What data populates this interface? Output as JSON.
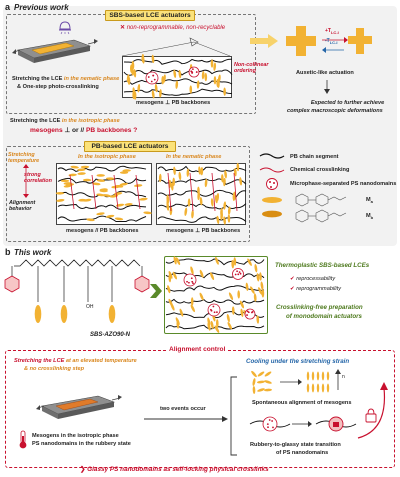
{
  "panel_a": {
    "letter": "a",
    "header": "Previous work",
    "sbs_title": "SBS-based LCE actuators",
    "sbs_subtitle": "non-reprogrammable, non-recyclable",
    "stretch1_line1_pre": "Stretching the LCE ",
    "stretch1_line1_em": "in the nematic phase",
    "stretch1_line2": "& One-step photo-crosslinking",
    "noncollinear": "Non-collinear ordering",
    "mesogens_pb": "mesogens ⊥ PB backbones",
    "auxetic": "Auxetic-like actuation",
    "tlc_plus": "+T",
    "tlc_minus": "-T",
    "tlc_sub": "LC-I",
    "expected_line1": "Expected to further achieve",
    "expected_line2": "complex macroscopic deformations",
    "stretch2_pre": "Stretching the LCE ",
    "stretch2_em": "in the isotropic phase",
    "question_m1": "mesogens",
    "question_mid": " ⊥ or // ",
    "question_m2": "PB backbones",
    "question_mark": " ?",
    "pb_title": "PB-based LCE actuators",
    "stretching_temperature": "Stretching temperature",
    "strong_correlation": "strong correlation",
    "alignment_behavior": "Alignment behavior",
    "in_isotropic": "In the isotropic phase",
    "in_nematic": "In the nematic phase",
    "cap_parallel": "mesogens // PB backbones",
    "cap_perp": "mesogens ⊥ PB backbones",
    "legend": [
      "PB chain segment",
      "Chemical crosslinking",
      "Microphase-separated PS nanodomains",
      "",
      ""
    ],
    "legend_m1": "M",
    "legend_m1_sub": "a",
    "legend_m2": "M",
    "legend_m2_sub": "b"
  },
  "panel_b": {
    "letter": "b",
    "header": "This work",
    "polymer_label": "SBS-AZO90-N",
    "thermo_title_l1": "Thermoplastic SBS-based LCEs",
    "thermo_items": [
      "reprocessability",
      "reprogrammability"
    ],
    "crosslink_free_l1": "Crosslinking-free preparation",
    "crosslink_free_l2": "of monodomain actuators",
    "alignment_control": "Alignment control",
    "stretch_elevated_pre": "Stretching the LCE ",
    "stretch_elevated_em": "at an elevated temperature",
    "no_crosslink": "& no crosslinking step",
    "two_events": "two events occur",
    "cooling": "Cooling under the stretching strain",
    "spontaneous": "Spontaneous alignment of mesogens",
    "rubbery_l1": "Rubbery-to-glassy state transition",
    "rubbery_l2": "of PS nanodomains",
    "mesogens_iso_l1": "Mesogens in the isotropic phase",
    "mesogens_iso_l2": "PS nanodomains in the rubbery state",
    "glassy": "Glassy PS nanodomains as self-locking physical crosslinks",
    "n_label": "n"
  },
  "colors": {
    "red": "#c8102e",
    "yellow": "#fbe27a",
    "mesogen": "#f2b233",
    "green": "#4e7a1e",
    "blue": "#2566a8",
    "panel_bg": "#f2f2f2"
  }
}
